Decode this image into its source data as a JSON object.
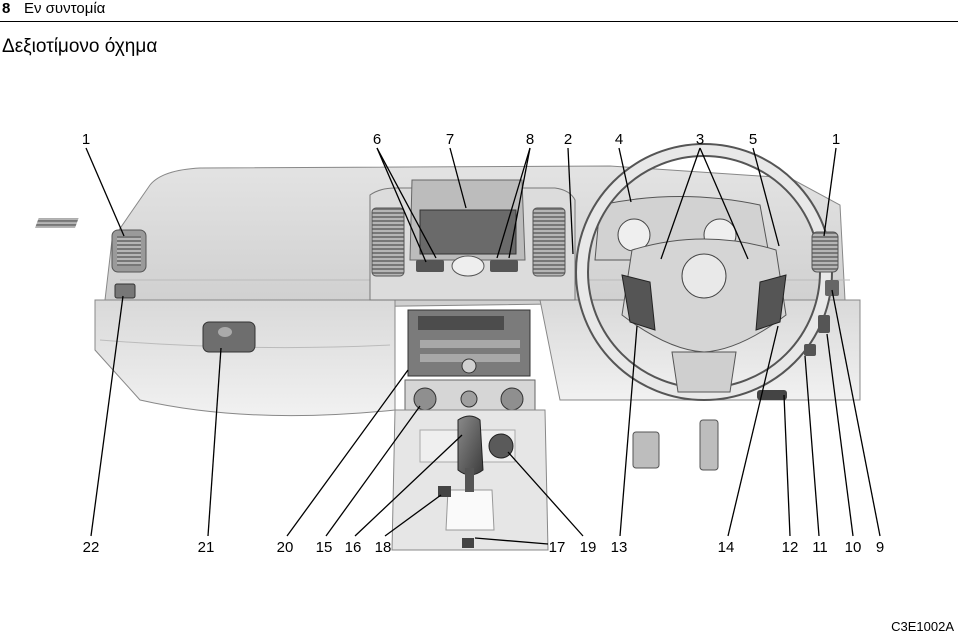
{
  "header": {
    "page_number": "8",
    "section": "Εν συντομία"
  },
  "title": "Δεξιοτίμονο όχημα",
  "figure": {
    "code": "C3E1002A",
    "top_labels": [
      "1",
      "6",
      "7",
      "8",
      "2",
      "4",
      "3",
      "5",
      "1"
    ],
    "bottom_labels": [
      "22",
      "21",
      "20",
      "15",
      "16",
      "18",
      "17",
      "19",
      "13",
      "14",
      "12",
      "11",
      "10",
      "9"
    ]
  }
}
